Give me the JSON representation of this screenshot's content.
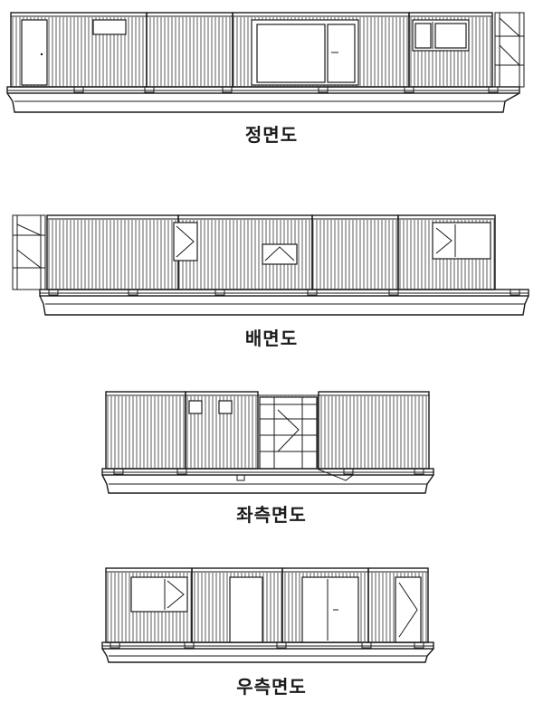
{
  "elevations": [
    {
      "id": "front",
      "caption": "정면도"
    },
    {
      "id": "rear",
      "caption": "배면도"
    },
    {
      "id": "left",
      "caption": "좌측면도"
    },
    {
      "id": "right",
      "caption": "우측면도"
    }
  ]
}
